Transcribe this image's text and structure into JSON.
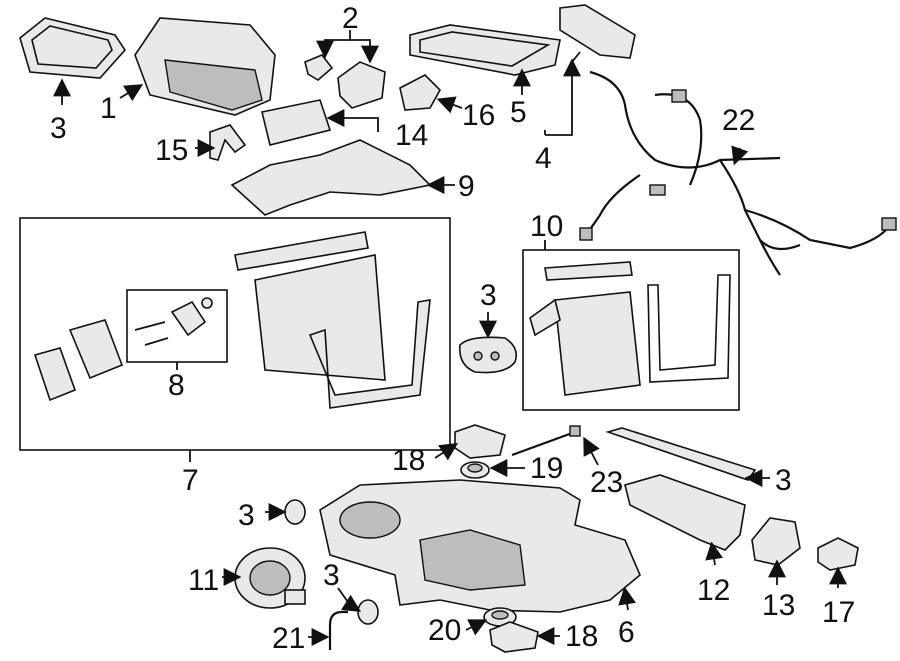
{
  "callouts": {
    "c1": "1",
    "c2": "2",
    "c3a": "3",
    "c3b": "3",
    "c3c": "3",
    "c3d": "3",
    "c3e": "3",
    "c4": "4",
    "c5": "5",
    "c6": "6",
    "c7": "7",
    "c8": "8",
    "c9": "9",
    "c10": "10",
    "c11": "11",
    "c12": "12",
    "c13": "13",
    "c14": "14",
    "c15": "15",
    "c16": "16",
    "c17": "17",
    "c18a": "18",
    "c18b": "18",
    "c19": "19",
    "c20": "20",
    "c21": "21",
    "c22": "22",
    "c23": "23"
  }
}
